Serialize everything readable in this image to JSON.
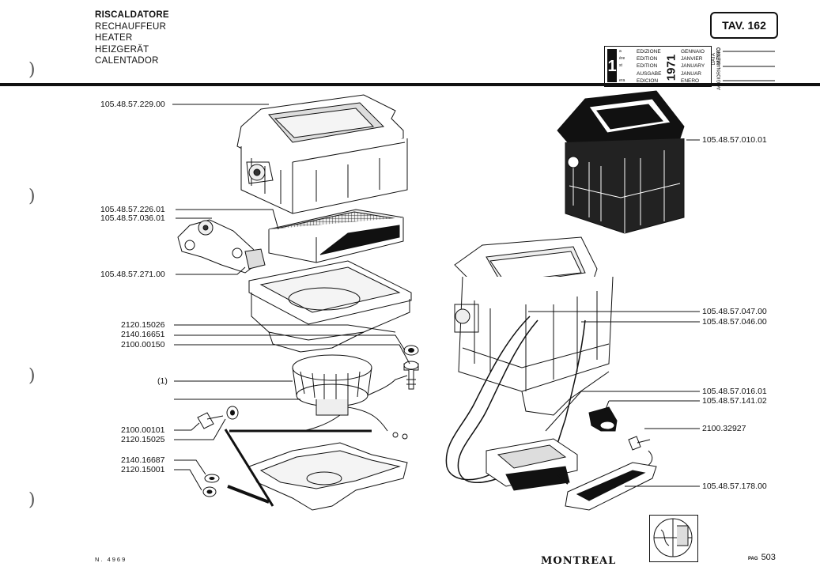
{
  "header": {
    "titles": [
      "RISCALDATORE",
      "RECHAUFFEUR",
      "HEATER",
      "HEIZGERÄT",
      "CALENTADOR"
    ],
    "table_no": "TAV. 162",
    "edition": {
      "number": "1",
      "suffixes": [
        "a",
        "ère",
        "st",
        "",
        "era"
      ],
      "labels": [
        "EDIZIONE",
        "EDITION",
        "EDITION",
        "AUSGABE",
        "EDICION"
      ],
      "year": "1971",
      "months": [
        "GENNAIO",
        "JANVIER",
        "JANUARY",
        "JANUAR",
        "ENERO"
      ]
    },
    "last_update": [
      "DATA ULTIMO",
      "AGGIORNAMENTO"
    ]
  },
  "parts_left": [
    {
      "code": "105.48.57.229.00"
    },
    {
      "code": "105.48.57.226.01"
    },
    {
      "code": "105.48.57.036.01"
    },
    {
      "code": "105.48.57.271.00"
    },
    {
      "code": "2120.15026"
    },
    {
      "code": "2140.16651"
    },
    {
      "code": "2100.00150"
    },
    {
      "code": "(1)"
    },
    {
      "code": "2100.00101"
    },
    {
      "code": "2120.15025"
    },
    {
      "code": "2140.16687"
    },
    {
      "code": "2120.15001"
    }
  ],
  "parts_right": [
    {
      "code": "105.48.57.010.01"
    },
    {
      "code": "105.48.57.047.00"
    },
    {
      "code": "105.48.57.046.00"
    },
    {
      "code": "105.48.57.016.01"
    },
    {
      "code": "105.48.57.141.02"
    },
    {
      "code": "2100.32927"
    },
    {
      "code": "105.48.57.178.00"
    }
  ],
  "footer": {
    "number": "N. 4969",
    "brand": "MONTREAL",
    "page_prefix": "PAG",
    "page": "503"
  }
}
